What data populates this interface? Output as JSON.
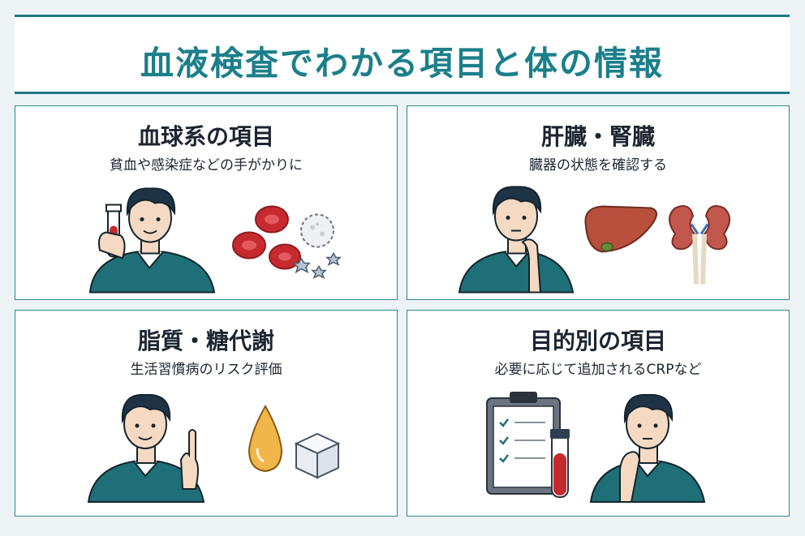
{
  "title": "血液検査でわかる項目と体の情報",
  "panels": [
    {
      "title": "血球系の項目",
      "subtitle": "貧血や感染症などの手がかりに"
    },
    {
      "title": "肝臓・腎臓",
      "subtitle": "臓器の状態を確認する"
    },
    {
      "title": "脂質・糖代謝",
      "subtitle": "生活習慣病のリスク評価"
    },
    {
      "title": "目的別の項目",
      "subtitle": "必要に応じて追加されるCRPなど"
    }
  ],
  "colors": {
    "accent": "#1b7f8a",
    "sweater": "#1f6f78",
    "hair": "#1f3346",
    "blood": "#c62a2f"
  }
}
